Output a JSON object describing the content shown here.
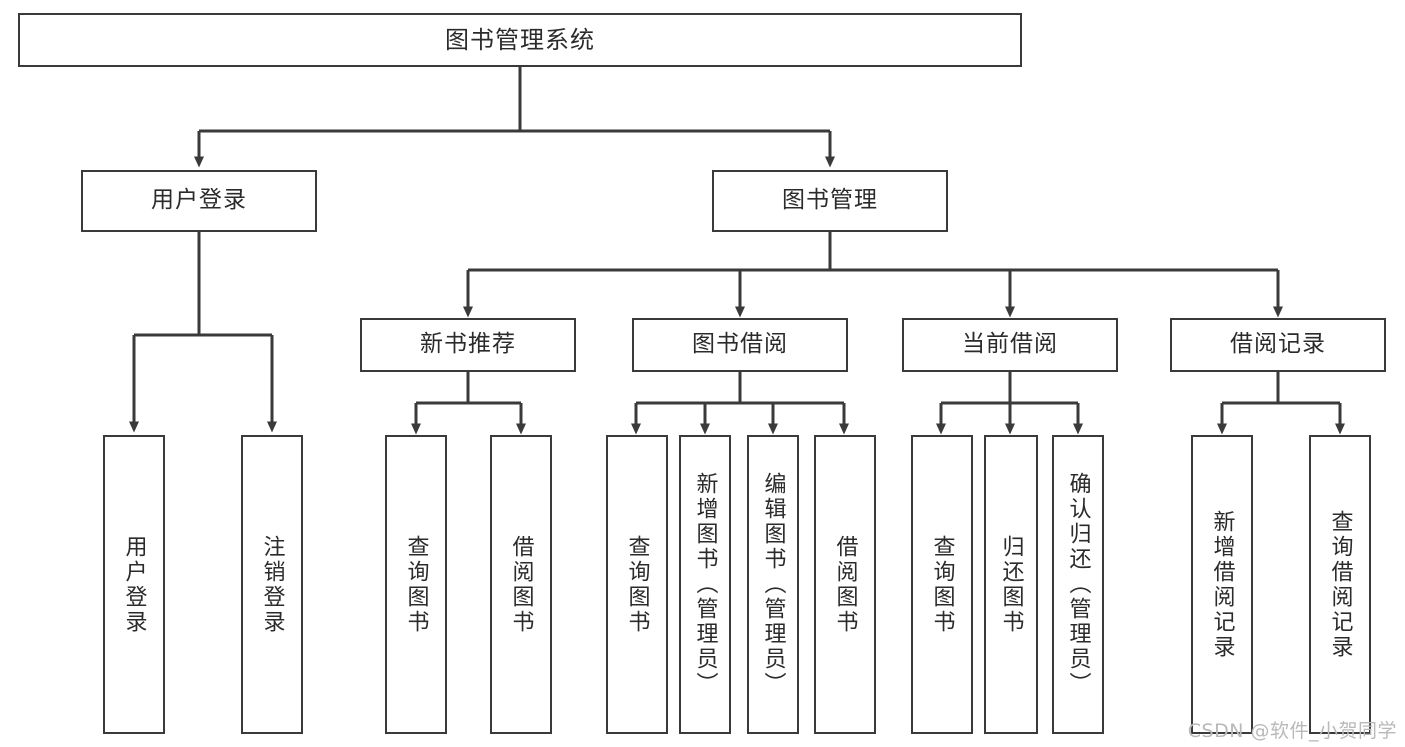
{
  "diagram": {
    "title": "图书管理系统",
    "root": {
      "label": "图书管理系统"
    },
    "level2": [
      {
        "label": "用户登录"
      },
      {
        "label": "图书管理"
      }
    ],
    "level3": [
      {
        "label": "新书推荐"
      },
      {
        "label": "图书借阅"
      },
      {
        "label": "当前借阅"
      },
      {
        "label": "借阅记录"
      }
    ],
    "leaves": {
      "user_login": [
        {
          "label": "用户登录"
        },
        {
          "label": "注销登录"
        }
      ],
      "new_book_recommend": [
        {
          "label": "查询图书"
        },
        {
          "label": "借阅图书"
        }
      ],
      "book_borrow": [
        {
          "label": "查询图书"
        },
        {
          "label": "新增图书（管理员）"
        },
        {
          "label": "编辑图书（管理员）"
        },
        {
          "label": "借阅图书"
        }
      ],
      "current_borrow": [
        {
          "label": "查询图书"
        },
        {
          "label": "归还图书"
        },
        {
          "label": "确认归还（管理员）"
        }
      ],
      "borrow_record": [
        {
          "label": "新增借阅记录"
        },
        {
          "label": "查询借阅记录"
        }
      ]
    }
  },
  "watermark": {
    "text": "CSDN @软件_小贺同学"
  },
  "colors": {
    "stroke": "#3a3a3a",
    "text": "#2b2b2b",
    "background": "#ffffff",
    "watermark": "#b9b9b9"
  }
}
